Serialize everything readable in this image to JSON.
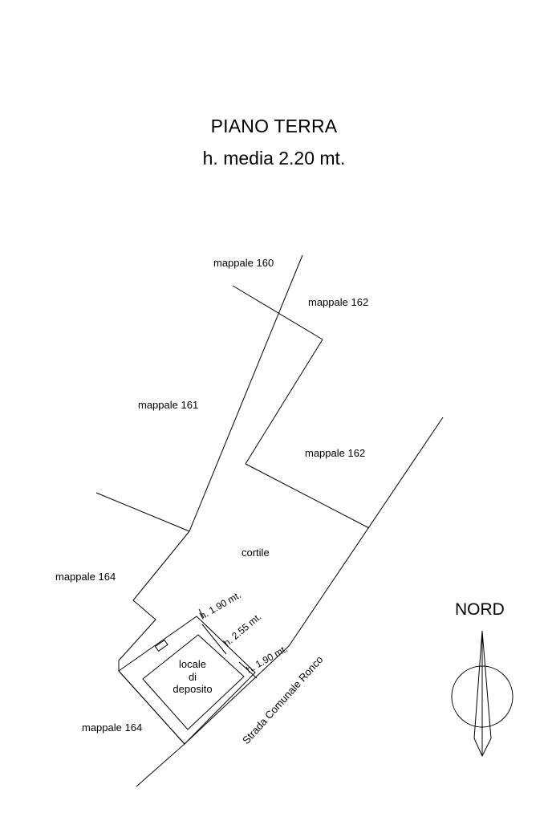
{
  "drawing": {
    "title": "PIANO TERRA",
    "subtitle": "h. media 2.20 mt."
  },
  "labels": {
    "mappale_160": "mappale 160",
    "mappale_162_top": "mappale 162",
    "mappale_161": "mappale 161",
    "mappale_162_mid": "mappale 162",
    "cortile": "cortile",
    "mappale_164_upper": "mappale 164",
    "mappale_164_lower": "mappale 164",
    "locale_line1": "locale",
    "locale_line2": "di",
    "locale_line3": "deposito",
    "strada": "Strada Comunale Ronco"
  },
  "dimensions": {
    "h1": "h. 1.90 mt.",
    "h2": "h. 2.55 mt.",
    "h3": "h. 1.90 mt."
  },
  "compass": {
    "label": "NORD"
  },
  "colors": {
    "ink": "#000000",
    "paper": "#ffffff"
  }
}
